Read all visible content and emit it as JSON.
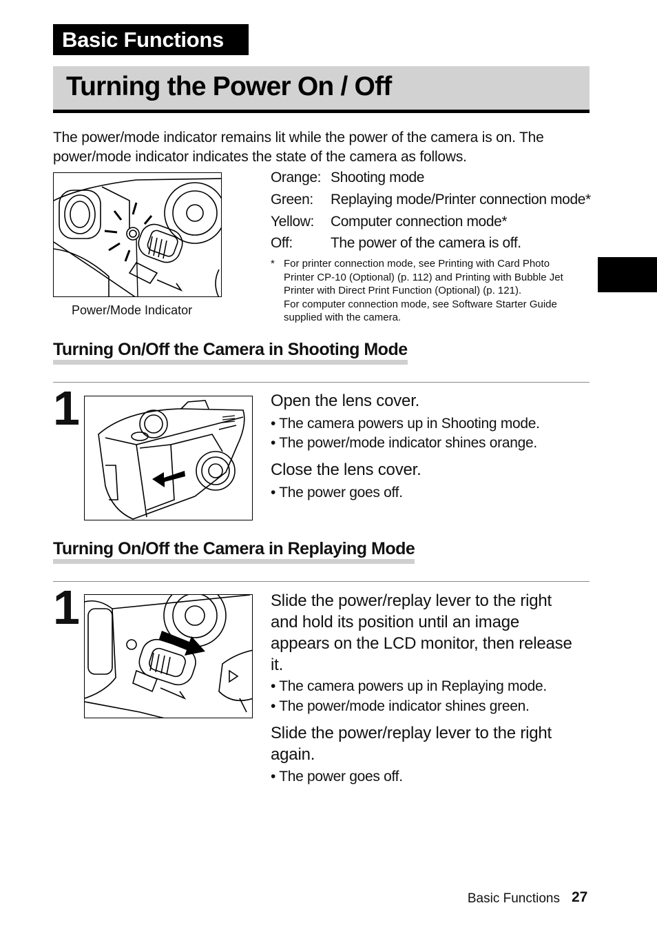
{
  "header": {
    "section_tag": "Basic Functions",
    "title": "Turning the Power On / Off"
  },
  "intro": "The power/mode indicator remains lit while the power of the camera is on. The power/mode indicator indicates the state of the camera as follows.",
  "indicator_states": [
    {
      "color": "Orange:",
      "meaning": "Shooting mode"
    },
    {
      "color": "Green:",
      "meaning": "Replaying mode/Printer connection mode*"
    },
    {
      "color": "Yellow:",
      "meaning": "Computer connection mode*"
    },
    {
      "color": "Off:",
      "meaning": "The power of the camera is off."
    }
  ],
  "note": {
    "mark": "*",
    "line1": "For printer connection mode, see Printing with Card Photo Printer CP-10 (Optional) (p. 112) and Printing with Bubble Jet Printer with Direct Print Function (Optional) (p. 121).",
    "line2": "For computer connection mode, see Software Starter Guide supplied with the camera."
  },
  "figure_caption": "Power/Mode Indicator",
  "shooting": {
    "heading": "Turning On/Off the Camera in Shooting Mode",
    "step_number": "1",
    "action1": "Open the lens cover.",
    "bullets1": [
      "The camera powers up in Shooting mode.",
      "The power/mode indicator shines orange."
    ],
    "action2": "Close the lens cover.",
    "bullets2": [
      "The power goes off."
    ]
  },
  "replaying": {
    "heading": "Turning On/Off the Camera in Replaying Mode",
    "step_number": "1",
    "action1": "Slide the power/replay lever to the right and hold its position until an image appears on the LCD monitor, then release it.",
    "bullets1": [
      "The camera powers up in Replaying mode.",
      "The power/mode indicator shines green."
    ],
    "action2": "Slide the power/replay lever to the right again.",
    "bullets2": [
      "The power goes off."
    ]
  },
  "footer": {
    "label": "Basic Functions",
    "page": "27"
  }
}
